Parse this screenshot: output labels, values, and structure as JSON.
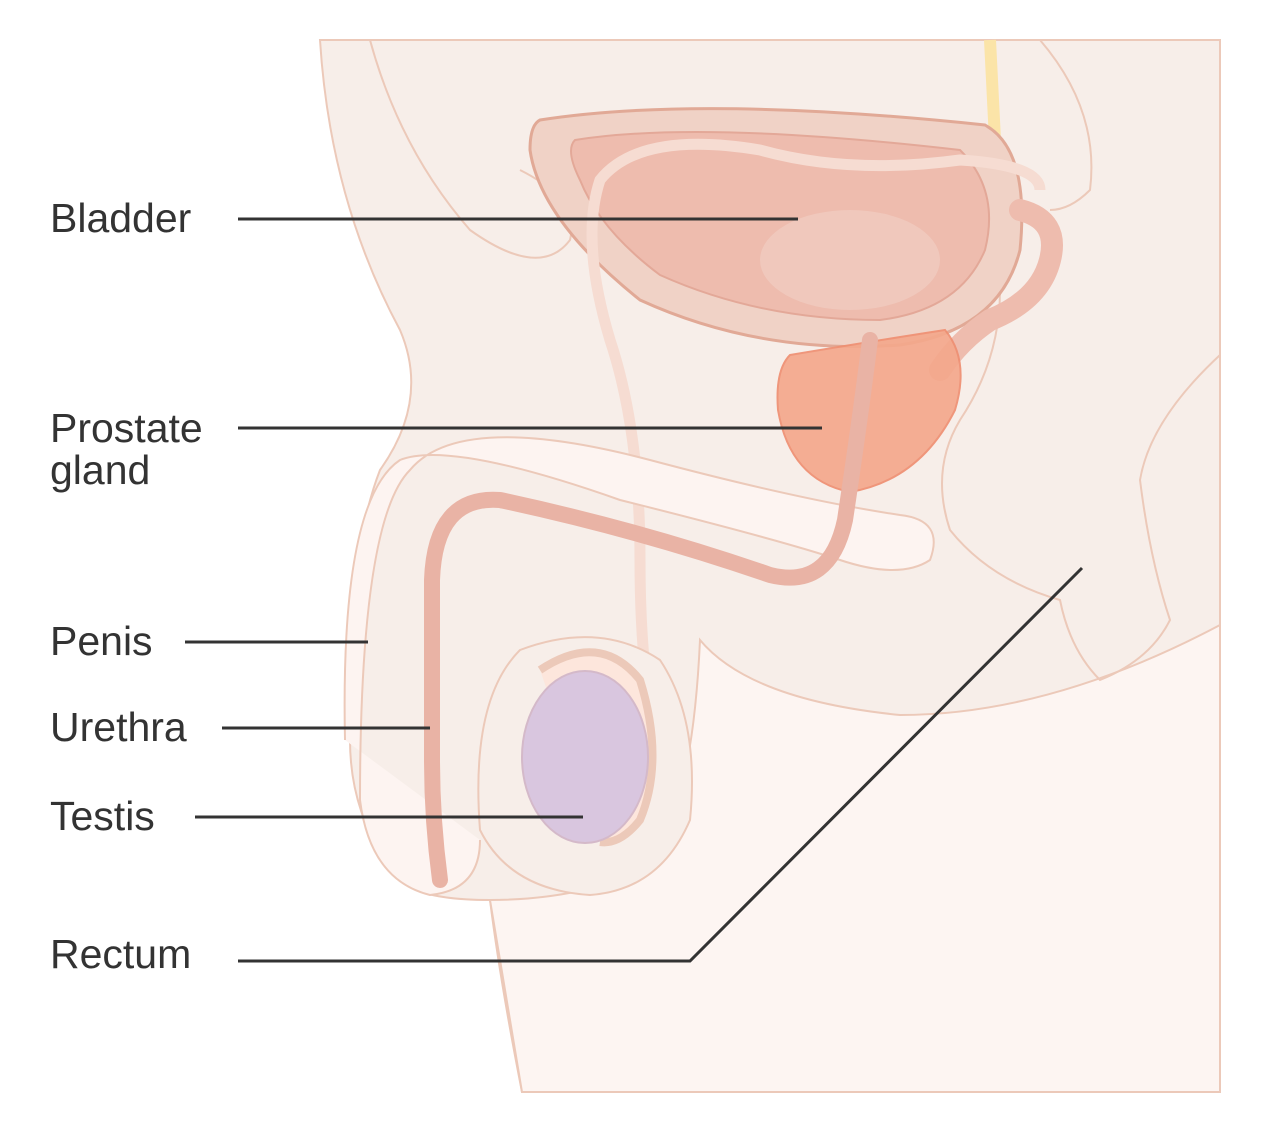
{
  "labels": {
    "bladder": "Bladder",
    "prostate_line1": "Prostate",
    "prostate_line2": "gland",
    "penis": "Penis",
    "urethra": "Urethra",
    "testis": "Testis",
    "rectum": "Rectum"
  },
  "colors": {
    "body": "#f7eee9",
    "outline": "#ecc9b9",
    "bladder": "#eebcae",
    "prostate": "#f4a88c",
    "urethra": "#e9b3a5",
    "testis": "#d9c6df",
    "nerve": "#fbe4a8",
    "leader": "#333333"
  }
}
